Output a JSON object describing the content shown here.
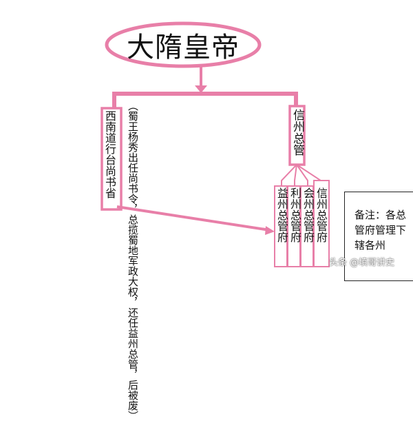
{
  "root": {
    "label": "大隋皇帝"
  },
  "left_branch": {
    "label": "西南道行台尚书省",
    "annotation": "（蜀王杨秀出任尚书令，总揽蜀地军政大权，还任益州总管，后被废）"
  },
  "right_branch": {
    "label": "信州总管",
    "sub_offices": [
      "益州总管府",
      "利州总管府",
      "会州总管府",
      "信州总管府"
    ]
  },
  "remark": {
    "text": "备注：各总管府管理下辖各州"
  },
  "watermark": {
    "text": "头条 @填哥讲史"
  },
  "colors": {
    "accent": "#e87fa8",
    "text": "#111111",
    "remark_border": "#222222"
  }
}
